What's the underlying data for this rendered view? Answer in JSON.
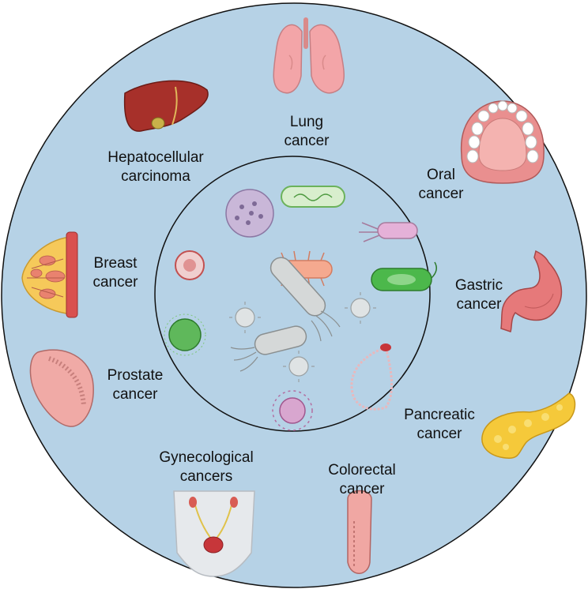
{
  "colors": {
    "outer_fill": "#b6d2e6",
    "outline": "#111111"
  },
  "labels": {
    "lung": [
      "Lung",
      "cancer"
    ],
    "hepatocellular": [
      "Hepatocellular",
      "carcinoma"
    ],
    "oral": [
      "Oral",
      "cancer"
    ],
    "breast": [
      "Breast",
      "cancer"
    ],
    "gastric": [
      "Gastric",
      "cancer"
    ],
    "prostate": [
      "Prostate",
      "cancer"
    ],
    "pancreatic": [
      "Pancreatic",
      "cancer"
    ],
    "gynecological": [
      "Gynecological",
      "cancers"
    ],
    "colorectal": [
      "Colorectal",
      "cancer"
    ]
  },
  "icons": {
    "organs": [
      "lungs-icon",
      "liver-icon",
      "teeth-icon",
      "breast-icon",
      "stomach-icon",
      "prostate-icon",
      "pancreas-icon",
      "uterus-icon",
      "colon-icon"
    ],
    "microbes": [
      "virus-icon",
      "bacillus-bacterium-icon",
      "bacterium-icon",
      "flagellated-bacterium-icon",
      "cocci-chain-icon",
      "fungus-spore-icon"
    ]
  }
}
